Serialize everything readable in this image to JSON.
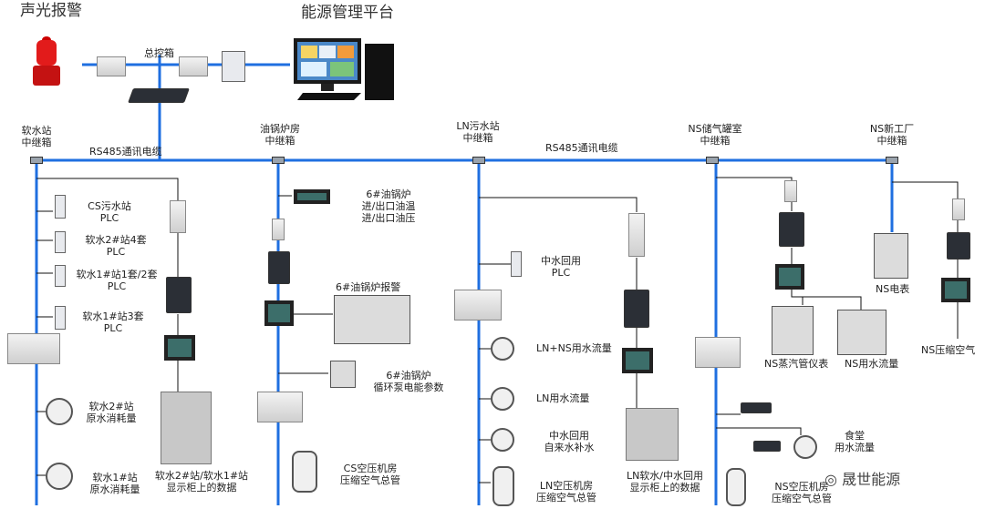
{
  "titles": {
    "alarm": "声光报警",
    "platform": "能源管理平台",
    "main_box": "总控箱"
  },
  "bus_label": "RS485通讯电缆",
  "relay_label": "中继箱",
  "stations": [
    {
      "name": "软水站"
    },
    {
      "name": "油锅炉房"
    },
    {
      "name": "LN污水站"
    },
    {
      "name": "NS储气罐室"
    },
    {
      "name": "NS新工厂"
    }
  ],
  "softwater": {
    "plc_items": [
      {
        "line1": "CS污水站",
        "line2": "PLC"
      },
      {
        "line1": "软水2#站4套",
        "line2": "PLC"
      },
      {
        "line1": "软水1#站1套/2套",
        "line2": "PLC"
      },
      {
        "line1": "软水1#站3套",
        "line2": "PLC"
      }
    ],
    "meters": [
      {
        "line1": "软水2#站",
        "line2": "原水消耗量"
      },
      {
        "line1": "软水1#站",
        "line2": "原水消耗量"
      }
    ],
    "display": {
      "line1": "软水2#站/软水1#站",
      "line2": "显示柜上的数据"
    }
  },
  "oilboiler": {
    "temp": {
      "line1": "6#油锅炉",
      "line2": "进/出口油温",
      "line3": "进/出口油压"
    },
    "alarm": {
      "line1": "6#油锅炉报警"
    },
    "pump": {
      "line1": "6#油锅炉",
      "line2": "循环泵电能参数"
    },
    "air": {
      "line1": "CS空压机房",
      "line2": "压缩空气总管"
    }
  },
  "ln": {
    "reuse": {
      "line1": "中水回用",
      "line2": "PLC"
    },
    "meters": [
      {
        "line1": "LN+NS用水流量"
      },
      {
        "line1": "LN用水流量"
      },
      {
        "line1": "中水回用",
        "line2": "自来水补水"
      },
      {
        "line1": "LN空压机房",
        "line2": "压缩空气总管"
      }
    ],
    "display": {
      "line1": "LN软水/中水回用",
      "line2": "显示柜上的数据"
    }
  },
  "ns_tank": {
    "steam": {
      "line1": "NS蒸汽管仪表"
    },
    "water": {
      "line1": "NS用水流量"
    },
    "canteen": {
      "line1": "食堂",
      "line2": "用水流量"
    },
    "air": {
      "line1": "NS空压机房",
      "line2": "压缩空气总管"
    }
  },
  "ns_new": {
    "meter": {
      "line1": "NS电表"
    },
    "air": {
      "line1": "NS压缩空气"
    }
  },
  "watermark": "晟世能源",
  "colors": {
    "bus": "#1f6fe0",
    "text": "#222222"
  }
}
